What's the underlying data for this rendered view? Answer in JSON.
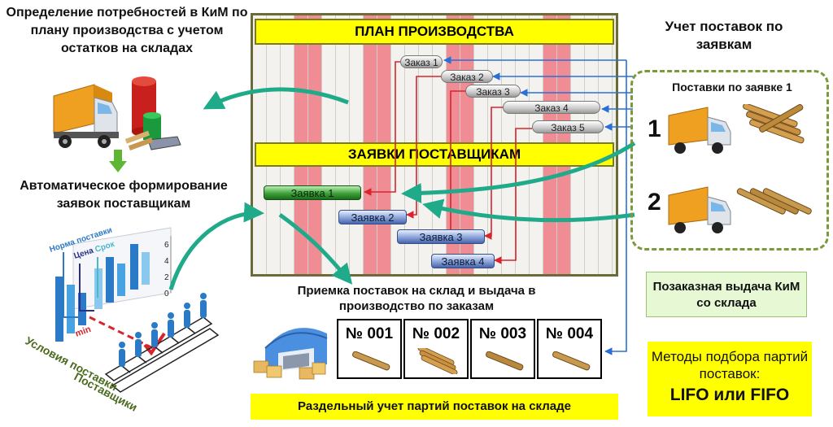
{
  "left": {
    "needs_title": "Определение потребностей в КиМ по плану производства с учетом остатков на складах",
    "auto_title": "Автоматическое формирование заявок поставщикам",
    "chart_labels": {
      "norm": "Норма поставки",
      "price": "Цена",
      "term": "Срок",
      "min": "min"
    },
    "axis_ticks": [
      "6",
      "4",
      "2",
      "0"
    ],
    "axis_conditions": "Условия поставки",
    "axis_suppliers": "Поставщики"
  },
  "board": {
    "plan_title": "ПЛАН ПРОИЗВОДСТВА",
    "requests_title": "ЗАЯВКИ ПОСТАВЩИКАМ",
    "orders": [
      "Заказ 1",
      "Заказ 2",
      "Заказ 3",
      "Заказ 4",
      "Заказ 5"
    ],
    "requests": [
      "Заявка 1",
      "Заявка 2",
      "Заявка 3",
      "Заявка 4"
    ]
  },
  "right": {
    "title": "Учет поставок по заявкам",
    "box_title": "Поставки по заявке 1",
    "delivery_1": "1",
    "delivery_2": "2",
    "issue_box": "Позаказная выдача КиМ со склада",
    "methods_text": "Методы подбора партий поставок:",
    "methods_strong": "LIFO или FIFO"
  },
  "warehouse": {
    "title": "Приемка поставок на склад и выдача в производство по заказам",
    "orders": [
      "№ 001",
      "№ 002",
      "№ 003",
      "№ 004"
    ],
    "footer": "Раздельный учет партий поставок на складе"
  },
  "colors": {
    "yellow": "#ffff00",
    "stripe_red": "#ef8c94",
    "link_red": "#d8242c",
    "link_blue": "#2a6fd6",
    "arrow_green": "#1faa8a"
  }
}
